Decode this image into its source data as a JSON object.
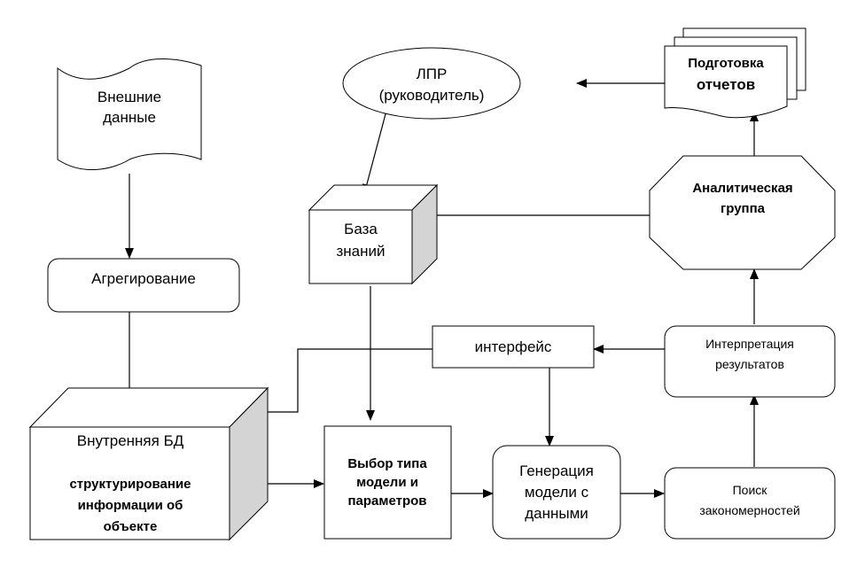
{
  "diagram": {
    "nodes": {
      "external_data": {
        "lines": [
          "Внешние",
          "данные"
        ]
      },
      "aggregation": {
        "lines": [
          "Агрегирование"
        ]
      },
      "internal_db": {
        "title": "Внутренняя БД",
        "lines": [
          "структурирование",
          "информации об",
          "объекте"
        ]
      },
      "decision_maker": {
        "lines": [
          "ЛПР",
          "(руководитель)"
        ]
      },
      "knowledge_base": {
        "lines": [
          "База",
          "знаний"
        ]
      },
      "reports": {
        "lines": [
          "Подготовка",
          "отчетов"
        ]
      },
      "analytic_group": {
        "lines": [
          "Аналитическая",
          "группа"
        ]
      },
      "interface": {
        "lines": [
          "интерфейс"
        ]
      },
      "interpretation": {
        "lines": [
          "Интерпретация",
          "результатов"
        ]
      },
      "model_choice": {
        "lines": [
          "Выбор типа",
          "модели и",
          "параметров"
        ]
      },
      "model_generation": {
        "lines": [
          "Генерация",
          "модели с",
          "данными"
        ]
      },
      "pattern_search": {
        "lines": [
          "Поиск",
          "закономерностей"
        ]
      }
    }
  }
}
